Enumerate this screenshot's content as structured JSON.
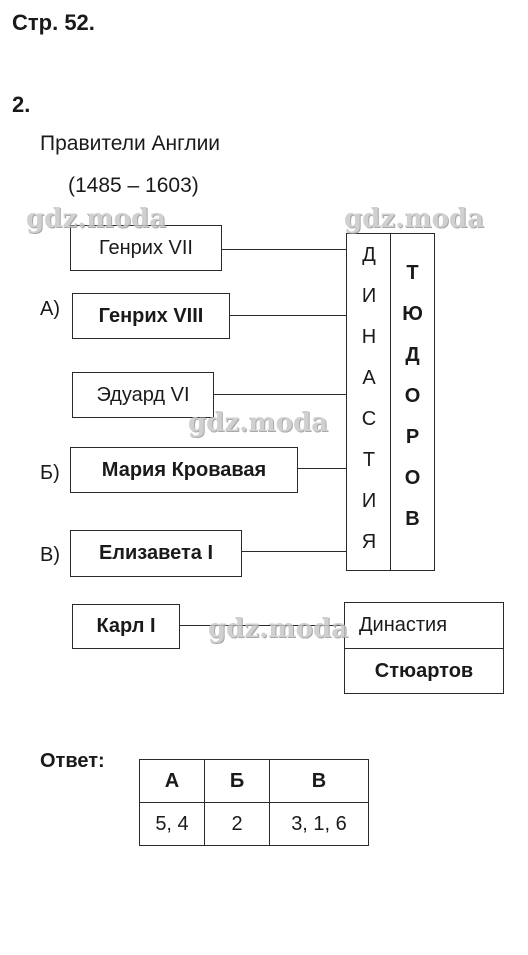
{
  "page_header": "Стр. 52.",
  "task_number": "2.",
  "title": "Правители Англии",
  "period": "(1485 – 1603)",
  "watermark": "gdz.moda",
  "rulers": [
    {
      "prefix": "",
      "name": "Генрих VII",
      "bold": false
    },
    {
      "prefix": "А)",
      "name": "Генрих VIII",
      "bold": true
    },
    {
      "prefix": "",
      "name": "Эдуард VI",
      "bold": false
    },
    {
      "prefix": "Б)",
      "name": "Мария Кровавая",
      "bold": true
    },
    {
      "prefix": "В)",
      "name": "Елизавета I",
      "bold": true
    }
  ],
  "dynasty_word": [
    "Д",
    "И",
    "Н",
    "А",
    "С",
    "Т",
    "И",
    "Я"
  ],
  "tudor_word": [
    "Т",
    "Ю",
    "Д",
    "О",
    "Р",
    "О",
    "В"
  ],
  "charles": "Карл I",
  "stuart": {
    "label": "Династия",
    "name": "Стюартов"
  },
  "answer": {
    "label": "Ответ:",
    "headers": [
      "А",
      "Б",
      "В"
    ],
    "values": [
      "5, 4",
      "2",
      "3, 1, 6"
    ]
  }
}
